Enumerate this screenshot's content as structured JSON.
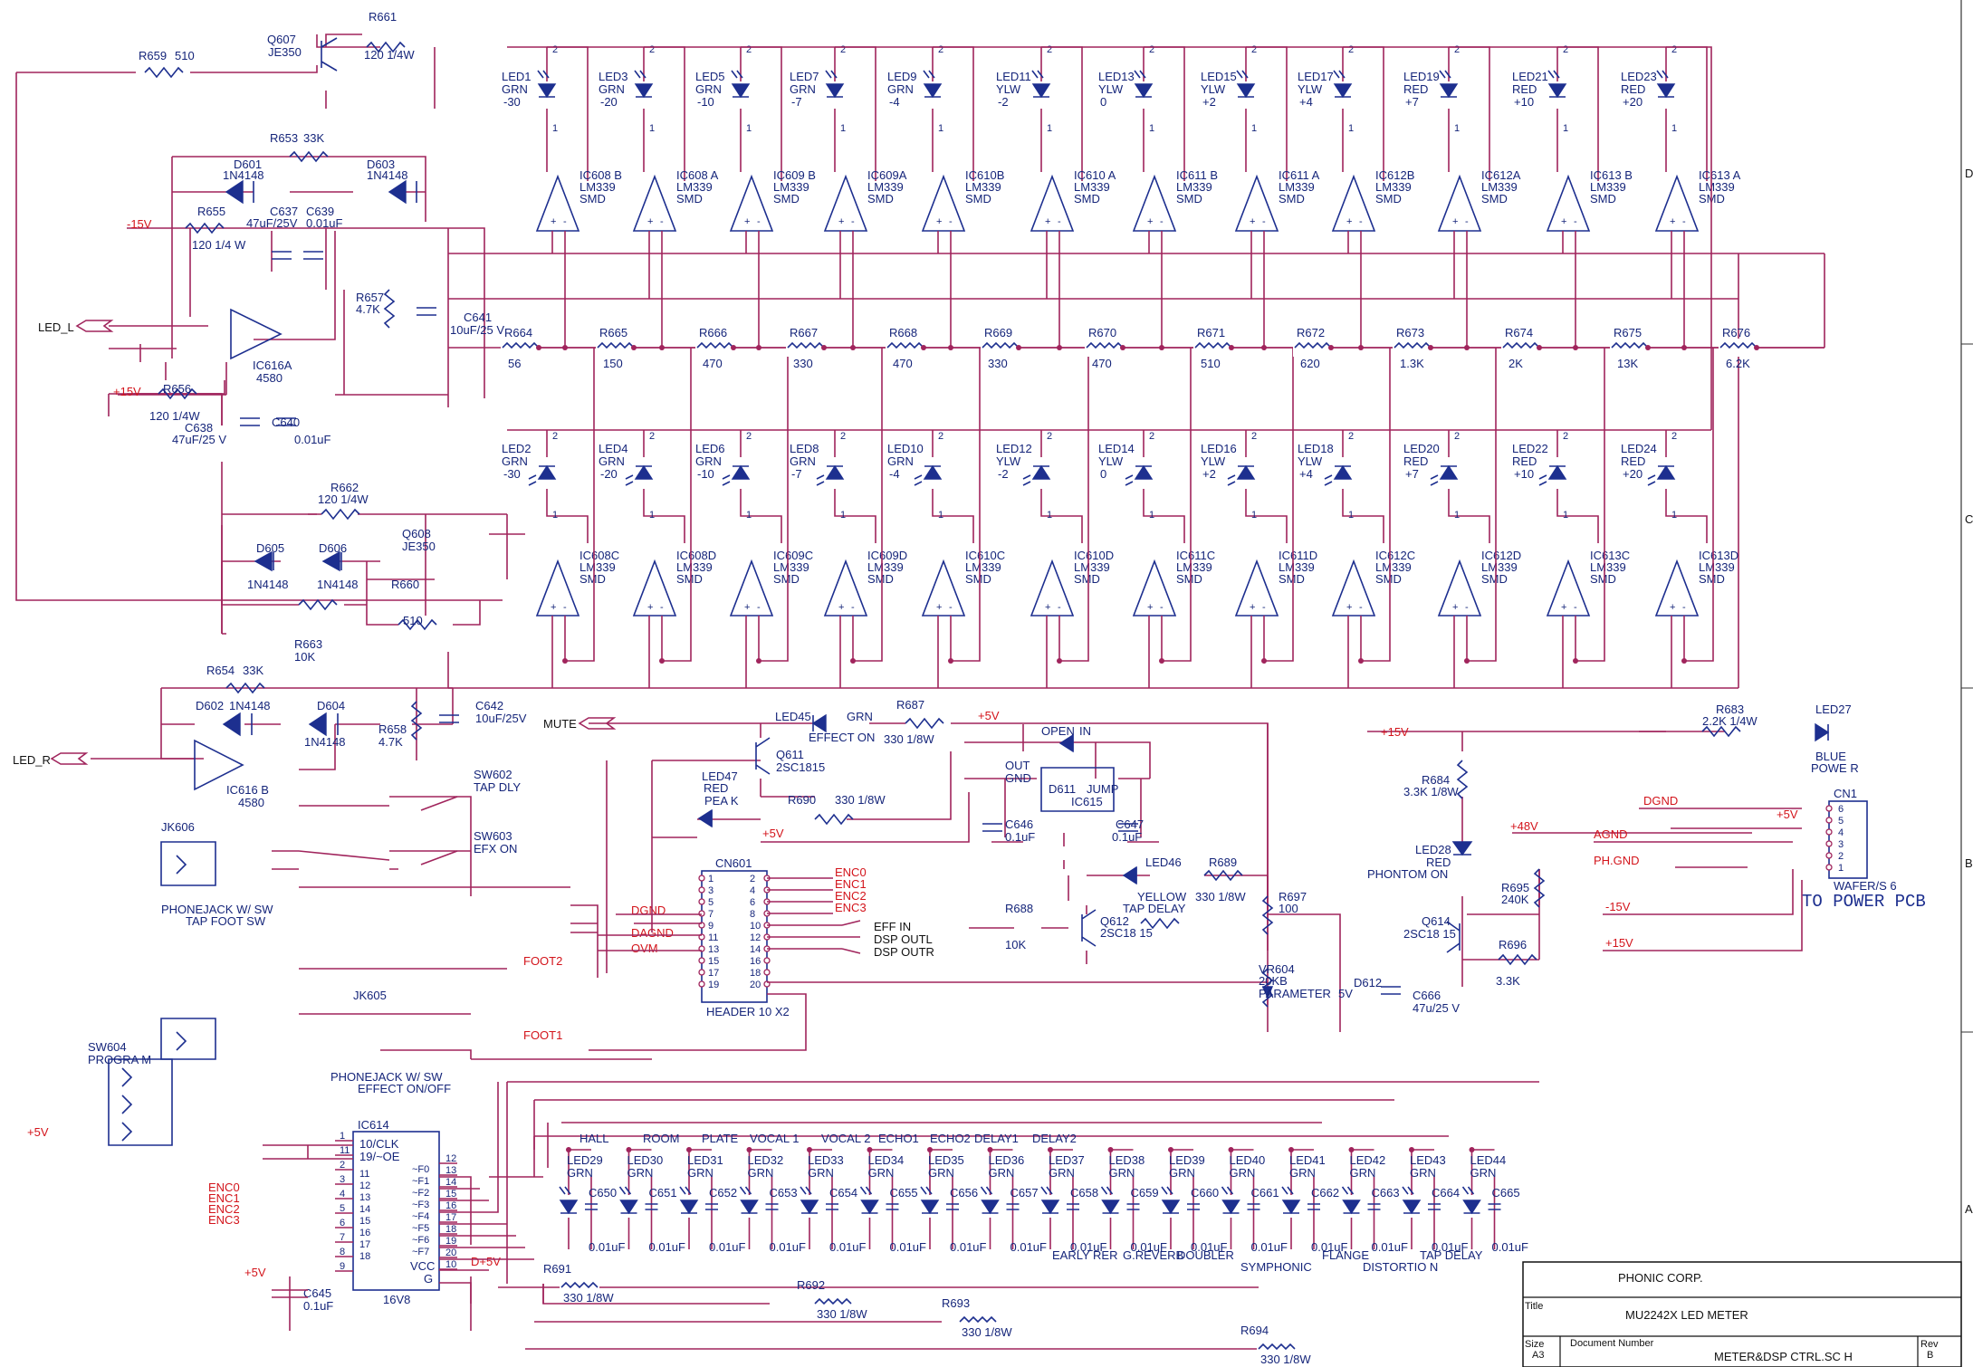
{
  "schematic": {
    "labels": {
      "led_l": "LED_L",
      "led_r": "LED_R",
      "minus15": "-15V",
      "plus15": "+15V",
      "plus5": "+5V",
      "plus48": "+48V",
      "d5v": "D+5V",
      "mute": "MUTE",
      "foot1": "FOOT1",
      "foot2": "FOOT2",
      "dgnd": "DGND",
      "agnd": "AGND",
      "dagnd": "DAGND",
      "ovm": "OVM",
      "phgnd": "PH.GND",
      "to_power_pcb": "TO POWER PCB",
      "enc": [
        "ENC0",
        "ENC1",
        "ENC2",
        "ENC3"
      ]
    },
    "ref_upper": [
      "R661",
      "120 1/4W",
      "Q607",
      "JE350",
      "R659",
      "510",
      "R653",
      "33K",
      "D601",
      "1N4148",
      "D603",
      "1N4148",
      "R655",
      "120 1/4 W",
      "C637",
      "47uF/25V",
      "C639",
      "0.01uF",
      "R657",
      "4.7K",
      "C641",
      "10uF/25 V",
      "IC616A",
      "4580",
      "R656",
      "120 1/4W",
      "C638",
      "47uF/25 V",
      "C640",
      "0.01uF",
      "R662",
      "120 1/4W",
      "Q608",
      "JE350",
      "D605",
      "1N4148",
      "D606",
      "1N4148",
      "R660",
      "510",
      "R663",
      "10K"
    ],
    "ref_lower": [
      "R654",
      "33K",
      "D602",
      "1N4148",
      "D604",
      "1N4148",
      "R658",
      "4.7K",
      "C642",
      "10uF/25V",
      "IC616 B",
      "4580",
      "SW602",
      "TAP DLY",
      "SW603",
      "EFX ON",
      "JK606",
      "PHONEJACK W/ SW",
      "TAP FOOT SW",
      "JK605",
      "PHONEJACK W/ SW",
      "EFFECT ON/OFF",
      "SW604",
      "PROGRA M",
      "IC614",
      "10/CLK",
      "19/~OE",
      "16V8",
      "VCC",
      "G",
      "C645",
      "0.1uF",
      "CN601",
      "HEADER 10 X2",
      "EFF IN",
      "DSP OUTL",
      "DSP OUTR",
      "LED45",
      "EFFECT ON",
      "GRN",
      "R687",
      "330 1/8W",
      "Q611",
      "2SC1815",
      "LED47",
      "RED",
      "PEA K",
      "R690",
      "330 1/8W",
      "D611",
      "JUMP",
      "IC615",
      "OPEN",
      "IN",
      "OUT",
      "GND",
      "C646",
      "0.1uF",
      "C647",
      "0.1uF",
      "LED46",
      "YELLOW",
      "TAP DELAY",
      "R689",
      "330 1/8W",
      "R688",
      "10K",
      "Q612",
      "2SC18 15",
      "R697",
      "100",
      "VR604",
      "20KB",
      "PARAMETER",
      "D612",
      "5V",
      "C666",
      "47u/25 V",
      "R683",
      "2.2K 1/4W",
      "LED27",
      "BLUE",
      "POWE R",
      "R684",
      "3.3K 1/8W",
      "LED28",
      "RED",
      "PHONTOM ON",
      "R695",
      "240K",
      "Q614",
      "2SC18 15",
      "R696",
      "3.3K",
      "CN1",
      "WAFER/S 6"
    ],
    "ladder_resistors": [
      {
        "name": "R664",
        "value": "56"
      },
      {
        "name": "R665",
        "value": "150"
      },
      {
        "name": "R666",
        "value": "470"
      },
      {
        "name": "R667",
        "value": "330"
      },
      {
        "name": "R668",
        "value": "470"
      },
      {
        "name": "R669",
        "value": "330"
      },
      {
        "name": "R670",
        "value": "470"
      },
      {
        "name": "R671",
        "value": "510"
      },
      {
        "name": "R672",
        "value": "620"
      },
      {
        "name": "R673",
        "value": "1.3K"
      },
      {
        "name": "R674",
        "value": "2K"
      },
      {
        "name": "R675",
        "value": "13K"
      },
      {
        "name": "R676",
        "value": "6.2K"
      }
    ],
    "top_leds": [
      {
        "name": "LED1",
        "color": "GRN",
        "level": "-30"
      },
      {
        "name": "LED3",
        "color": "GRN",
        "level": "-20"
      },
      {
        "name": "LED5",
        "color": "GRN",
        "level": "-10"
      },
      {
        "name": "LED7",
        "color": "GRN",
        "level": "-7"
      },
      {
        "name": "LED9",
        "color": "GRN",
        "level": "-4"
      },
      {
        "name": "LED11",
        "color": "YLW",
        "level": "-2"
      },
      {
        "name": "LED13",
        "color": "YLW",
        "level": "0"
      },
      {
        "name": "LED15",
        "color": "YLW",
        "level": "+2"
      },
      {
        "name": "LED17",
        "color": "YLW",
        "level": "+4"
      },
      {
        "name": "LED19",
        "color": "RED",
        "level": "+7"
      },
      {
        "name": "LED21",
        "color": "RED",
        "level": "+10"
      },
      {
        "name": "LED23",
        "color": "RED",
        "level": "+20"
      }
    ],
    "top_comps": [
      {
        "name": "IC608 B",
        "part": "LM339",
        "pkg": "SMD"
      },
      {
        "name": "IC608 A",
        "part": "LM339",
        "pkg": "SMD"
      },
      {
        "name": "IC609 B",
        "part": "LM339",
        "pkg": "SMD"
      },
      {
        "name": "IC609A",
        "part": "LM339",
        "pkg": "SMD"
      },
      {
        "name": "IC610B",
        "part": "LM339",
        "pkg": "SMD"
      },
      {
        "name": "IC610 A",
        "part": "LM339",
        "pkg": "SMD"
      },
      {
        "name": "IC611 B",
        "part": "LM339",
        "pkg": "SMD"
      },
      {
        "name": "IC611 A",
        "part": "LM339",
        "pkg": "SMD"
      },
      {
        "name": "IC612B",
        "part": "LM339",
        "pkg": "SMD"
      },
      {
        "name": "IC612A",
        "part": "LM339",
        "pkg": "SMD"
      },
      {
        "name": "IC613 B",
        "part": "LM339",
        "pkg": "SMD"
      },
      {
        "name": "IC613 A",
        "part": "LM339",
        "pkg": "SMD"
      }
    ],
    "bottom_leds": [
      {
        "name": "LED2",
        "color": "GRN",
        "level": "-30"
      },
      {
        "name": "LED4",
        "color": "GRN",
        "level": "-20"
      },
      {
        "name": "LED6",
        "color": "GRN",
        "level": "-10"
      },
      {
        "name": "LED8",
        "color": "GRN",
        "level": "-7"
      },
      {
        "name": "LED10",
        "color": "GRN",
        "level": "-4"
      },
      {
        "name": "LED12",
        "color": "YLW",
        "level": "-2"
      },
      {
        "name": "LED14",
        "color": "YLW",
        "level": "0"
      },
      {
        "name": "LED16",
        "color": "YLW",
        "level": "+2"
      },
      {
        "name": "LED18",
        "color": "YLW",
        "level": "+4"
      },
      {
        "name": "LED20",
        "color": "RED",
        "level": "+7"
      },
      {
        "name": "LED22",
        "color": "RED",
        "level": "+10"
      },
      {
        "name": "LED24",
        "color": "RED",
        "level": "+20"
      }
    ],
    "bottom_comps": [
      {
        "name": "IC608C",
        "part": "LM339",
        "pkg": "SMD"
      },
      {
        "name": "IC608D",
        "part": "LM339",
        "pkg": "SMD"
      },
      {
        "name": "IC609C",
        "part": "LM339",
        "pkg": "SMD"
      },
      {
        "name": "IC609D",
        "part": "LM339",
        "pkg": "SMD"
      },
      {
        "name": "IC610C",
        "part": "LM339",
        "pkg": "SMD"
      },
      {
        "name": "IC610D",
        "part": "LM339",
        "pkg": "SMD"
      },
      {
        "name": "IC611C",
        "part": "LM339",
        "pkg": "SMD"
      },
      {
        "name": "IC611D",
        "part": "LM339",
        "pkg": "SMD"
      },
      {
        "name": "IC612C",
        "part": "LM339",
        "pkg": "SMD"
      },
      {
        "name": "IC612D",
        "part": "LM339",
        "pkg": "SMD"
      },
      {
        "name": "IC613C",
        "part": "LM339",
        "pkg": "SMD"
      },
      {
        "name": "IC613D",
        "part": "LM339",
        "pkg": "SMD"
      }
    ],
    "dsp_leds": [
      {
        "name": "LED29",
        "color": "GRN",
        "cap": "C650"
      },
      {
        "name": "LED30",
        "color": "GRN",
        "cap": "C651"
      },
      {
        "name": "LED31",
        "color": "GRN",
        "cap": "C652"
      },
      {
        "name": "LED32",
        "color": "GRN",
        "cap": "C653"
      },
      {
        "name": "LED33",
        "color": "GRN",
        "cap": "C654"
      },
      {
        "name": "LED34",
        "color": "GRN",
        "cap": "C655"
      },
      {
        "name": "LED35",
        "color": "GRN",
        "cap": "C656"
      },
      {
        "name": "LED36",
        "color": "GRN",
        "cap": "C657"
      },
      {
        "name": "LED37",
        "color": "GRN",
        "cap": "C658"
      },
      {
        "name": "LED38",
        "color": "GRN",
        "cap": "C659"
      },
      {
        "name": "LED39",
        "color": "GRN",
        "cap": "C660"
      },
      {
        "name": "LED40",
        "color": "GRN",
        "cap": "C661"
      },
      {
        "name": "LED41",
        "color": "GRN",
        "cap": "C662"
      },
      {
        "name": "LED42",
        "color": "GRN",
        "cap": "C663"
      },
      {
        "name": "LED43",
        "color": "GRN",
        "cap": "C664"
      },
      {
        "name": "LED44",
        "color": "GRN",
        "cap": "C665"
      }
    ],
    "cap_value": "0.01uF",
    "effects_top": [
      "HALL",
      "ROOM",
      "PLATE",
      "VOCAL 1",
      "VOCAL 2",
      "ECHO1",
      "ECHO2",
      "DELAY1",
      "DELAY2"
    ],
    "effects_bottom": [
      "EARLY RER",
      "G.REVERB",
      "DOUBLER",
      "SYMPHONIC",
      "FLANGE",
      "DISTORTIO N",
      "TAP DELAY"
    ],
    "dsp_resistors": [
      {
        "name": "R691",
        "value": "330 1/8W"
      },
      {
        "name": "R692",
        "value": "330 1/8W"
      },
      {
        "name": "R693",
        "value": "330 1/8W"
      },
      {
        "name": "R694",
        "value": "330 1/8W"
      }
    ],
    "cn1_pins": [
      "6",
      "5",
      "4",
      "3",
      "2",
      "1"
    ],
    "cn601_left_pins": [
      "1",
      "3",
      "5",
      "7",
      "9",
      "11",
      "13",
      "15",
      "17",
      "19"
    ],
    "cn601_right_pins": [
      "2",
      "4",
      "6",
      "8",
      "10",
      "12",
      "14",
      "16",
      "18",
      "20"
    ],
    "ic614_left_pins": [
      "1",
      "11",
      "2",
      "3",
      "4",
      "5",
      "6",
      "7",
      "8",
      "9"
    ],
    "ic614_right_pins": [
      "12",
      "13",
      "14",
      "15",
      "16",
      "17",
      "18",
      "19",
      "20",
      "10"
    ],
    "ic614_outputs": [
      "~F0",
      "~F1",
      "~F2",
      "~F3",
      "~F4",
      "~F5",
      "~F6",
      "~F7"
    ],
    "ic614_inputs": [
      "11",
      "12",
      "13",
      "14",
      "15",
      "16",
      "17",
      "18"
    ]
  },
  "title_block": {
    "company": "PHONIC CORP.",
    "title_label": "Title",
    "title": "MU2242X LED  METER",
    "size_label": "Size",
    "size": "A3",
    "docnum_label": "Document Number",
    "docnum": "METER&DSP CTRL.SC  H",
    "rev_label": "Rev",
    "rev": "B"
  },
  "border_marks": [
    "D",
    "C",
    "B",
    "A"
  ]
}
